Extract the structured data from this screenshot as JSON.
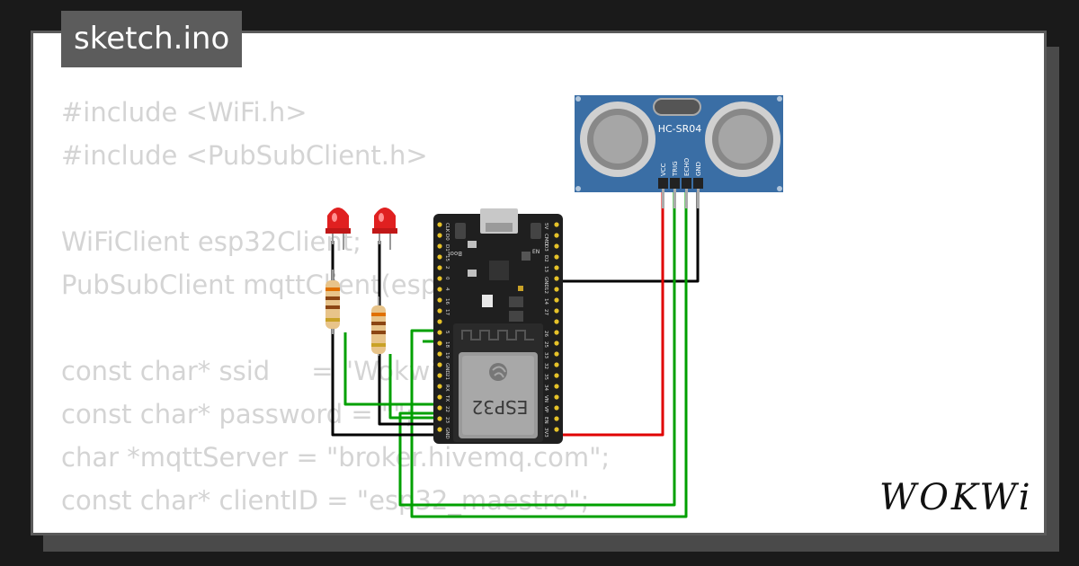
{
  "header": {
    "filename": "sketch.ino"
  },
  "code_lines": [
    "#include <WiFi.h>",
    "#include <PubSubClient.h>",
    "",
    "WiFiClient esp32Client;",
    "PubSubClient mqttClient(esp32Client);",
    "",
    "const char* ssid     = \"Wokwi-GUEST\";",
    "const char* password = \"\";",
    "char *mqttServer = \"broker.hivemq.com\";",
    "const char* clientID = \"esp32_maestro\";"
  ],
  "sensor": {
    "label": "HC-SR04",
    "pins": [
      "VCC",
      "TRIG",
      "ECHO",
      "GND"
    ]
  },
  "board": {
    "chip_label": "ESP32",
    "boot_label": "Boot",
    "en_label": "EN",
    "left_pins": [
      "CLK",
      "D0",
      "D1",
      "15",
      "2",
      "0",
      "4",
      "16",
      "17",
      "5",
      "18",
      "19",
      "GND",
      "21",
      "RX",
      "TX",
      "22",
      "23",
      "GND"
    ],
    "right_pins": [
      "5V",
      "CMD",
      "D3",
      "D2",
      "13",
      "GND",
      "12",
      "14",
      "27",
      "26",
      "25",
      "33",
      "32",
      "35",
      "34",
      "VN",
      "VP",
      "EN",
      "3V3"
    ]
  },
  "leds": [
    {
      "color": "red"
    },
    {
      "color": "red"
    }
  ],
  "brand": {
    "logo_text": "WOKWi"
  },
  "colors": {
    "background": "#1a1a1a",
    "card": "#ffffff",
    "code_text": "#d4d4d4",
    "wire_black": "#000000",
    "wire_red": "#e00000",
    "wire_green": "#00a000",
    "board": "#1f1f1f",
    "sensor_board": "#3a6ea5",
    "led": "#e02020"
  }
}
